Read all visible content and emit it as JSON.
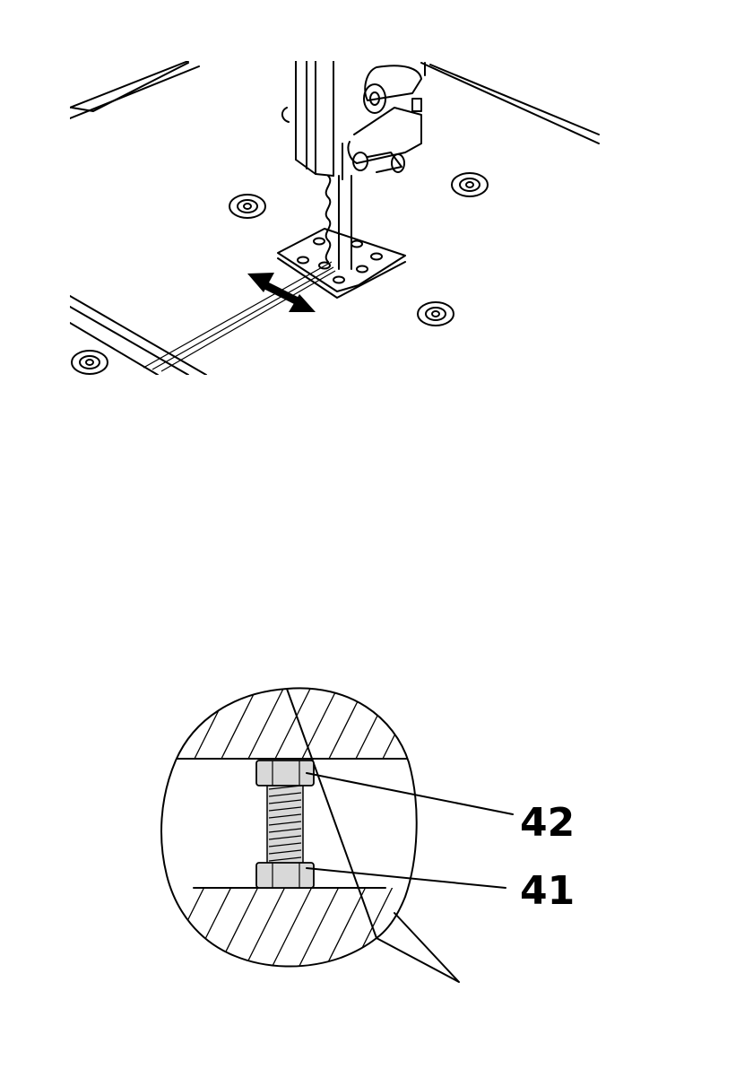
{
  "figures": {
    "top": {
      "kind": "isometric-illustration"
    },
    "bottom": {
      "kind": "detail-callout",
      "callouts": [
        {
          "id": "nut-upper",
          "label": "42"
        },
        {
          "id": "nut-lower",
          "label": "41"
        }
      ]
    }
  },
  "arrow_icon": "double-headed-arrow"
}
